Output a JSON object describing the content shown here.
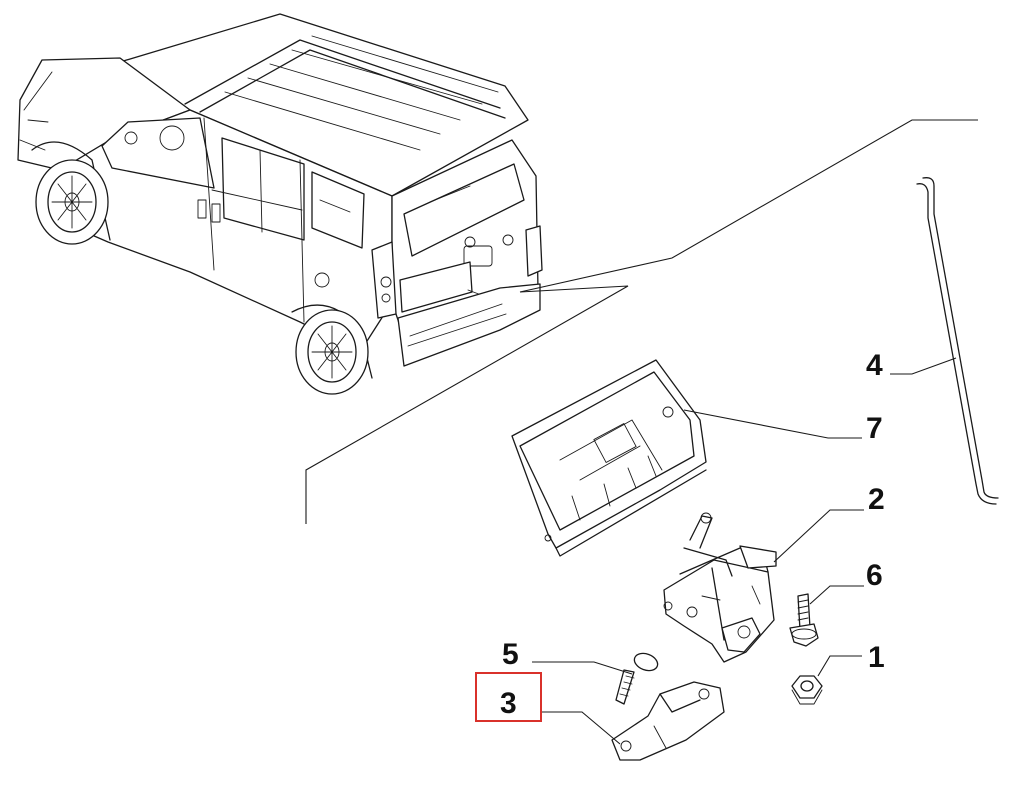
{
  "colors": {
    "ink": "#1a1a1a",
    "highlight": "#d9312b",
    "background": "#ffffff"
  },
  "callouts": [
    {
      "id": "1",
      "label": "1"
    },
    {
      "id": "2",
      "label": "2"
    },
    {
      "id": "3",
      "label": "3",
      "highlighted": true
    },
    {
      "id": "4",
      "label": "4"
    },
    {
      "id": "5",
      "label": "5"
    },
    {
      "id": "6",
      "label": "6"
    },
    {
      "id": "7",
      "label": "7"
    }
  ]
}
